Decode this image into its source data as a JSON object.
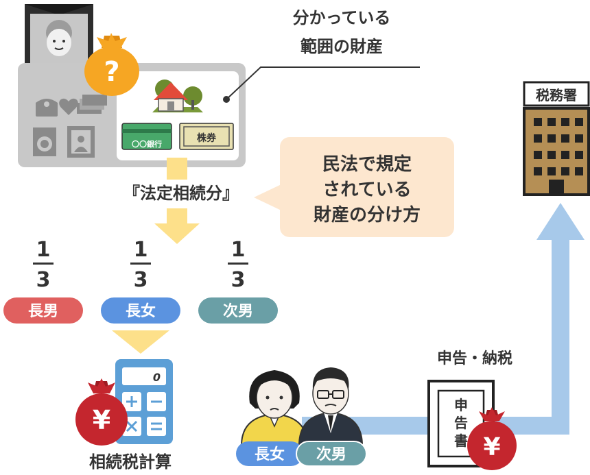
{
  "known_assets_label": [
    "分かっている",
    "範囲の財産"
  ],
  "bank_label": "〇〇銀行",
  "stock_label": "株券",
  "statutory_share_title": "『法定相続分』",
  "civil_law_note": [
    "民法で規定",
    "されている",
    "財産の分け方"
  ],
  "fraction": {
    "numerator": "1",
    "denominator": "3"
  },
  "heirs": [
    {
      "label": "長男",
      "color": "#e0605f"
    },
    {
      "label": "長女",
      "color": "#5b93e0"
    },
    {
      "label": "次男",
      "color": "#6a9fa6"
    }
  ],
  "calculator_display": "0",
  "calculation_label": "相続税計算",
  "filers": [
    {
      "label": "長女",
      "color": "#5b93e0"
    },
    {
      "label": "次男",
      "color": "#6a9fa6"
    }
  ],
  "filing_label": "申告・納税",
  "declaration_doc_label": [
    "申",
    "告",
    "書"
  ],
  "tax_office_label": "税務署",
  "question_mark": "?",
  "yen_symbol": "¥",
  "colors": {
    "panel_gray": "#c8c8c8",
    "arrow_yellow": "#fde08a",
    "arrow_blue": "#a7c9ea",
    "note_bg": "#fde7cf",
    "money_bag_orange": "#f6a623",
    "money_bag_red": "#c4262e",
    "building_brown": "#b58f55"
  }
}
